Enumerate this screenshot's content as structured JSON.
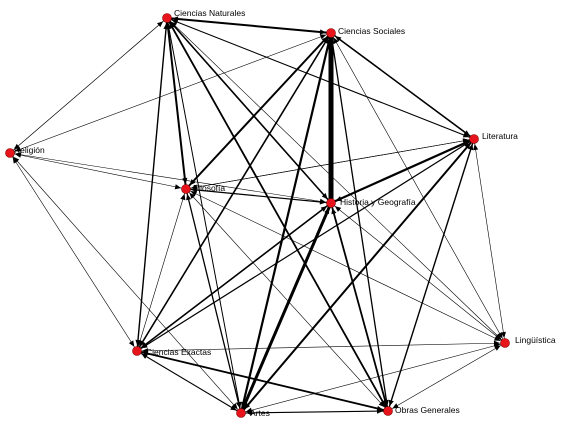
{
  "graph": {
    "node_color": "#e8141b",
    "edge_color": "#000000",
    "background": "#ffffff",
    "nodes": [
      {
        "id": "cn",
        "label": "Ciencias Naturales"
      },
      {
        "id": "cs",
        "label": "Ciencias Sociales"
      },
      {
        "id": "rel",
        "label": "Religión"
      },
      {
        "id": "lit",
        "label": "Literatura"
      },
      {
        "id": "fil",
        "label": "Filosofía"
      },
      {
        "id": "hg",
        "label": "Historia y Geografía"
      },
      {
        "id": "lin",
        "label": "Lingüística"
      },
      {
        "id": "ce",
        "label": "Ciencias Exactas"
      },
      {
        "id": "art",
        "label": "Artes"
      },
      {
        "id": "og",
        "label": "Obras Generales"
      }
    ],
    "edges": [
      {
        "source": "cs",
        "target": "hg",
        "weight": 5
      },
      {
        "source": "hg",
        "target": "art",
        "weight": 3
      },
      {
        "source": "cs",
        "target": "art",
        "weight": 2.2
      },
      {
        "source": "lit",
        "target": "hg",
        "weight": 2.2
      },
      {
        "source": "lit",
        "target": "art",
        "weight": 2
      },
      {
        "source": "cn",
        "target": "cs",
        "weight": 2
      },
      {
        "source": "cn",
        "target": "fil",
        "weight": 2
      },
      {
        "source": "cs",
        "target": "fil",
        "weight": 2
      },
      {
        "source": "cn",
        "target": "og",
        "weight": 1.8
      },
      {
        "source": "cn",
        "target": "hg",
        "weight": 1.6
      },
      {
        "source": "cs",
        "target": "lit",
        "weight": 1.6
      },
      {
        "source": "ce",
        "target": "og",
        "weight": 1.8
      },
      {
        "source": "cs",
        "target": "ce",
        "weight": 1.6
      },
      {
        "source": "hg",
        "target": "ce",
        "weight": 1.6
      },
      {
        "source": "hg",
        "target": "og",
        "weight": 1.8
      },
      {
        "source": "lit",
        "target": "og",
        "weight": 1.4
      },
      {
        "source": "cn",
        "target": "ce",
        "weight": 1.4
      },
      {
        "source": "fil",
        "target": "art",
        "weight": 1.3
      },
      {
        "source": "fil",
        "target": "hg",
        "weight": 1.2
      },
      {
        "source": "cs",
        "target": "og",
        "weight": 1.3
      },
      {
        "source": "cn",
        "target": "lit",
        "weight": 1.1
      },
      {
        "source": "lit",
        "target": "ce",
        "weight": 1.2
      },
      {
        "source": "art",
        "target": "og",
        "weight": 1.2
      },
      {
        "source": "ce",
        "target": "art",
        "weight": 1.1
      },
      {
        "source": "cn",
        "target": "art",
        "weight": 1
      },
      {
        "source": "cn",
        "target": "rel",
        "weight": 0.7
      },
      {
        "source": "rel",
        "target": "cs",
        "weight": 0.6
      },
      {
        "source": "rel",
        "target": "fil",
        "weight": 0.6
      },
      {
        "source": "rel",
        "target": "hg",
        "weight": 0.6
      },
      {
        "source": "rel",
        "target": "ce",
        "weight": 0.6
      },
      {
        "source": "rel",
        "target": "art",
        "weight": 0.6
      },
      {
        "source": "fil",
        "target": "lit",
        "weight": 0.6
      },
      {
        "source": "fil",
        "target": "og",
        "weight": 0.6
      },
      {
        "source": "fil",
        "target": "ce",
        "weight": 0.6
      },
      {
        "source": "fil",
        "target": "lin",
        "weight": 0.6
      },
      {
        "source": "hg",
        "target": "lin",
        "weight": 0.6
      },
      {
        "source": "lit",
        "target": "lin",
        "weight": 0.6
      },
      {
        "source": "cs",
        "target": "lin",
        "weight": 0.6
      },
      {
        "source": "cn",
        "target": "lin",
        "weight": 0.6
      },
      {
        "source": "ce",
        "target": "lin",
        "weight": 0.6
      },
      {
        "source": "art",
        "target": "lin",
        "weight": 0.6
      },
      {
        "source": "og",
        "target": "lin",
        "weight": 0.6
      },
      {
        "source": "lit",
        "target": "fil",
        "weight": 0.6
      }
    ]
  }
}
